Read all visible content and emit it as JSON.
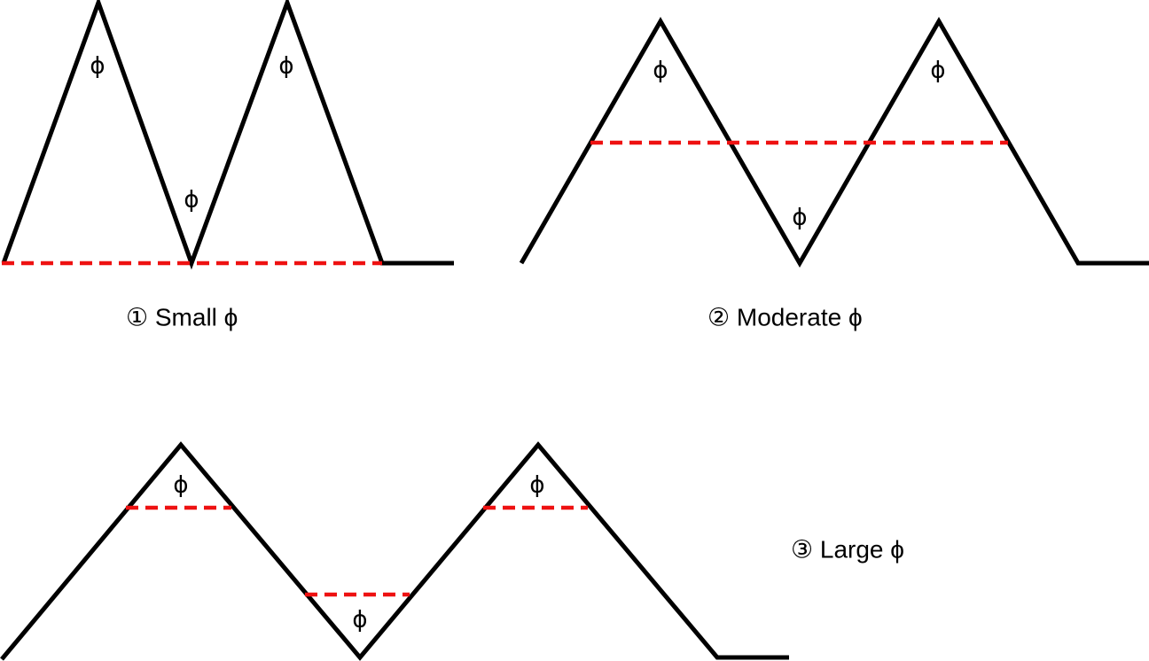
{
  "colors": {
    "profile": "#000000",
    "cut_line": "#ee1111",
    "background": "#ffffff"
  },
  "angle_symbol": "ϕ",
  "panels": [
    {
      "id": "small",
      "caption": "① Small ϕ"
    },
    {
      "id": "moderate",
      "caption": "② Moderate ϕ"
    },
    {
      "id": "large",
      "caption": "③ Large ϕ"
    }
  ]
}
